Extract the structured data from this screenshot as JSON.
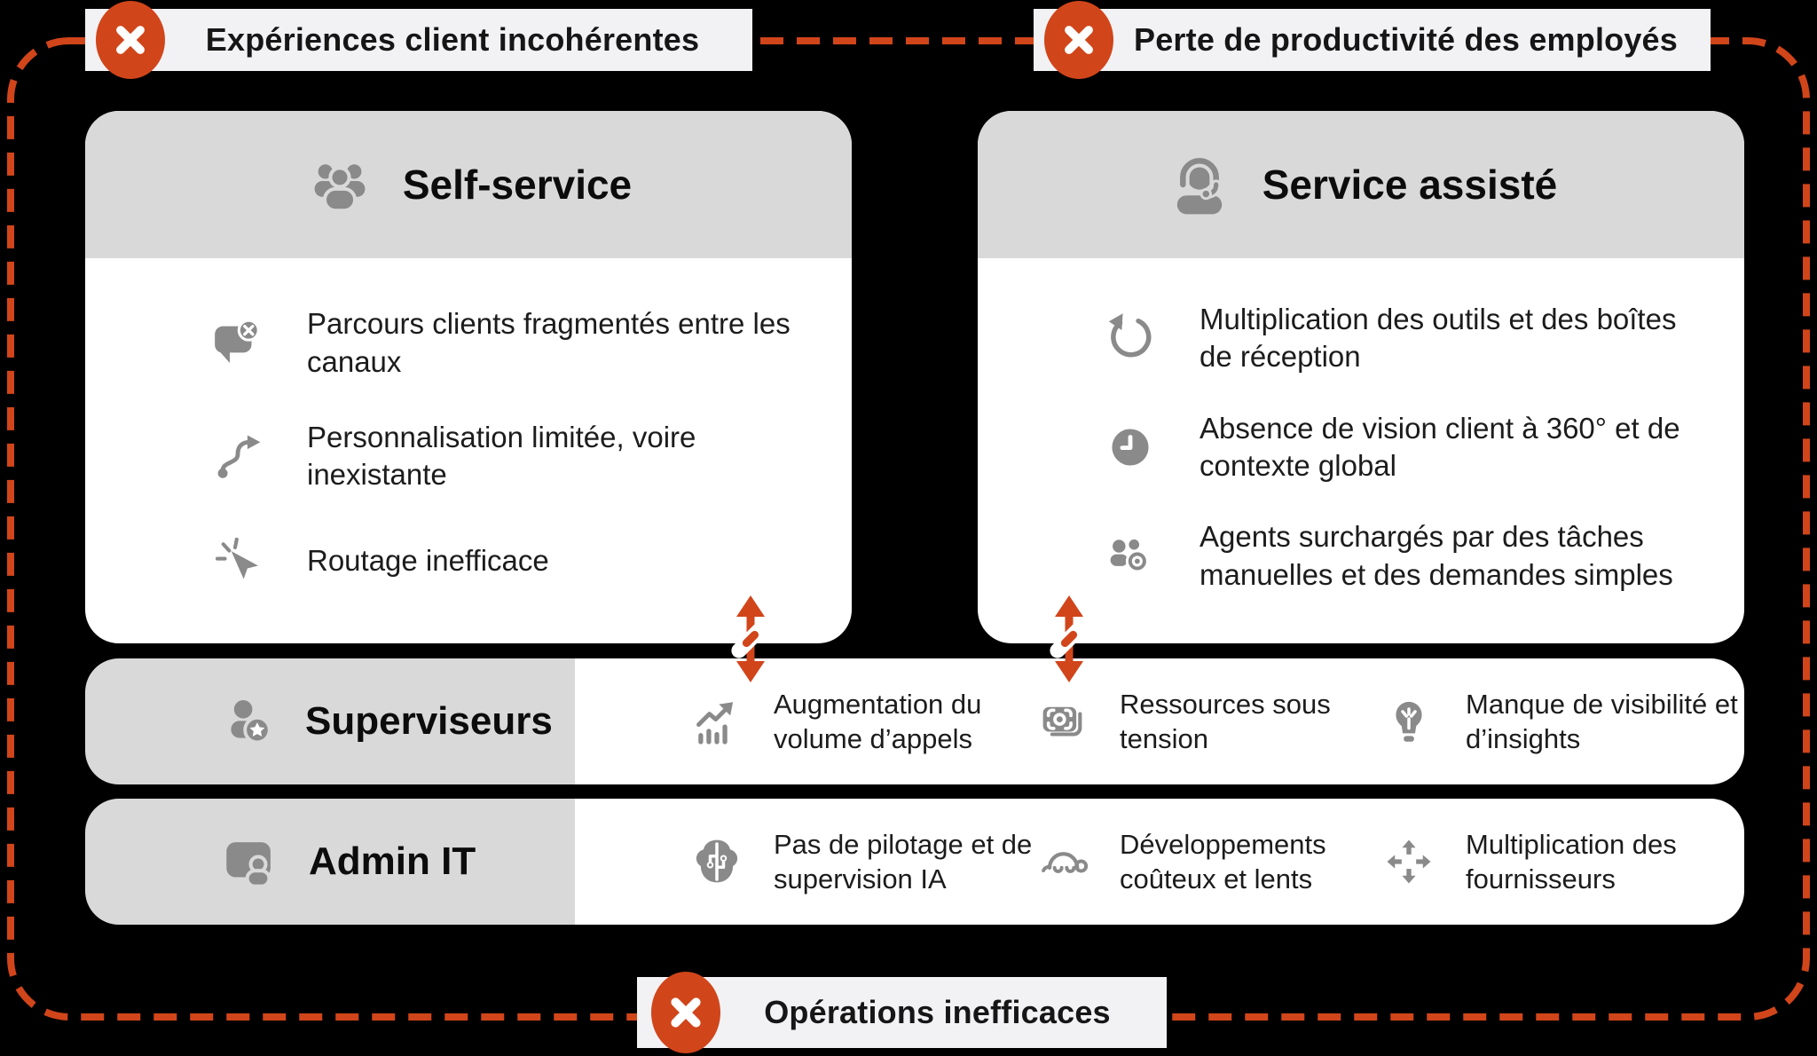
{
  "labels": {
    "top_left": "Expériences client incohérentes",
    "top_right": "Perte de productivité des employés",
    "bottom": "Opérations inefficaces"
  },
  "cards": [
    {
      "title": "Self-service",
      "icon": "people-group-icon",
      "items": [
        {
          "icon": "chat-dismiss-icon",
          "text": "Parcours clients fragmentés entre les canaux"
        },
        {
          "icon": "flow-arrow-icon",
          "text": "Personnalisation limitée, voire inexistante"
        },
        {
          "icon": "cursor-click-icon",
          "text": "Routage inefficace"
        }
      ]
    },
    {
      "title": "Service assisté",
      "icon": "headset-person-icon",
      "items": [
        {
          "icon": "rotate-arrow-icon",
          "text": "Multiplication des outils et des boîtes de réception"
        },
        {
          "icon": "clock-icon",
          "text": "Absence de vision client à 360° et de contexte global"
        },
        {
          "icon": "people-eye-icon",
          "text": "Agents surchargés par des tâches manuelles et des demandes simples"
        }
      ]
    }
  ],
  "rows": [
    {
      "label": "Superviseurs",
      "icon": "person-star-icon",
      "items": [
        {
          "icon": "chart-up-icon",
          "text": "Augmentation du volume d’appels"
        },
        {
          "icon": "money-icon",
          "text": "Ressources sous tension"
        },
        {
          "icon": "lightbulb-icon",
          "text": "Manque de visibilité et d’insights"
        }
      ]
    },
    {
      "label": "Admin IT",
      "icon": "screen-person-icon",
      "items": [
        {
          "icon": "brain-circuit-icon",
          "text": "Pas de pilotage et de supervision IA"
        },
        {
          "icon": "turtle-icon",
          "text": "Développements coûteux et lents"
        },
        {
          "icon": "move-arrows-icon",
          "text": "Multiplication des fournisseurs"
        }
      ]
    }
  ],
  "colors": {
    "accent_orange": "#D1451A",
    "card_header_gray": "#D9D9D9",
    "label_bg": "#F2F2F5",
    "icon_gray": "#8A8A8A",
    "background": "#000000"
  }
}
